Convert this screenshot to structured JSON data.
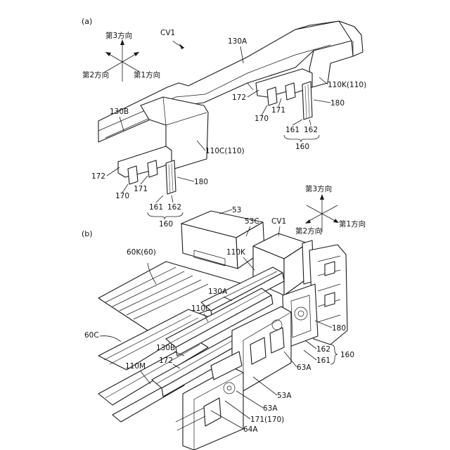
{
  "panel_a": {
    "label": "(a)",
    "cv_label": "CV1",
    "axes": {
      "dir3": "第3方向",
      "dir2": "第2方向",
      "dir1": "第1方向"
    },
    "labels": {
      "l130A": "130A",
      "l130B": "130B",
      "l110K": "110K(110)",
      "l110C": "110C(110)",
      "l172a": "172",
      "l172b": "172",
      "l170a": "170",
      "l170b": "170",
      "l171a": "171",
      "l171b": "171",
      "l180a": "180",
      "l180b": "180",
      "l161a": "161",
      "l161b": "161",
      "l162a": "162",
      "l162b": "162",
      "l160a": "160",
      "l160b": "160"
    }
  },
  "panel_b": {
    "label": "(b)",
    "axes": {
      "dir3": "第3方向",
      "dir2": "第2方向",
      "dir1": "第1方向"
    },
    "labels": {
      "l53": "53",
      "l53C": "53C",
      "lCV1": "CV1",
      "l60K": "60K(60)",
      "l110K": "110K",
      "l130A": "130A",
      "l110C": "110C",
      "l60C": "60C",
      "l130B": "130B",
      "l172": "172",
      "l110M": "110M",
      "l180": "180",
      "l162": "162",
      "l161": "161",
      "l160": "160",
      "l63Aa": "63A",
      "l53A": "53A",
      "l63Ab": "63A",
      "l171": "171(170)",
      "l64A": "64A"
    }
  }
}
